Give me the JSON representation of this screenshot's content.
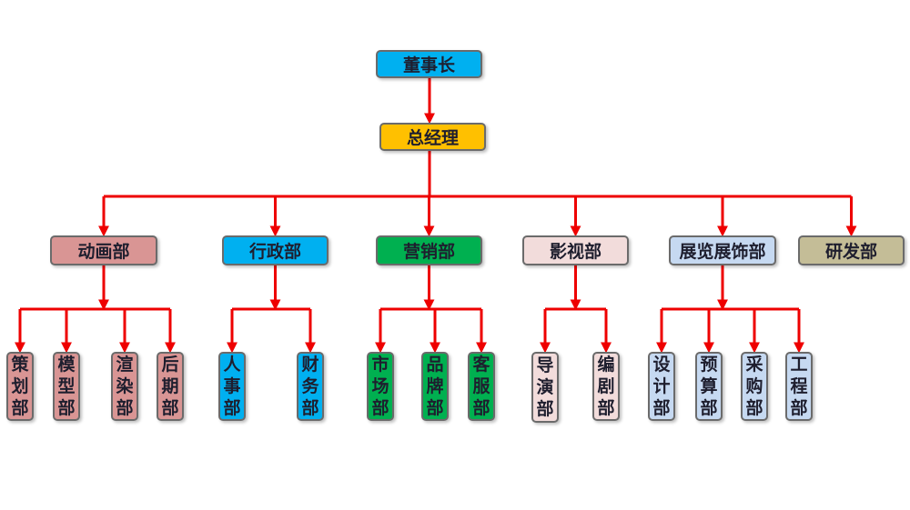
{
  "colors": {
    "line": "#ee0000",
    "chairman": "#00b0f0",
    "gm": "#ffc000",
    "rose": "#d99594",
    "blue": "#00b0f0",
    "green": "#00b050",
    "pink": "#f2dcdb",
    "lightblue": "#c6d9f1",
    "khaki": "#c4bd97"
  },
  "top": {
    "chairman": {
      "label": "董事长",
      "color": "chairman"
    },
    "gm": {
      "label": "总经理",
      "color": "gm"
    }
  },
  "departments": [
    {
      "label": "动画部",
      "color": "rose",
      "subs": [
        "策划部",
        "模型部",
        "渲染部",
        "后期部"
      ]
    },
    {
      "label": "行政部",
      "color": "blue",
      "subs": [
        "人事部",
        "财务部"
      ]
    },
    {
      "label": "营销部",
      "color": "green",
      "subs": [
        "市场部",
        "品牌部",
        "客服部"
      ]
    },
    {
      "label": "影视部",
      "color": "pink",
      "subs": [
        "导演部",
        "编剧部"
      ]
    },
    {
      "label": "展览展饰部",
      "color": "lightblue",
      "subs": [
        "设计部",
        "预算部",
        "采购部",
        "工程部"
      ]
    },
    {
      "label": "研发部",
      "color": "khaki",
      "subs": []
    }
  ]
}
